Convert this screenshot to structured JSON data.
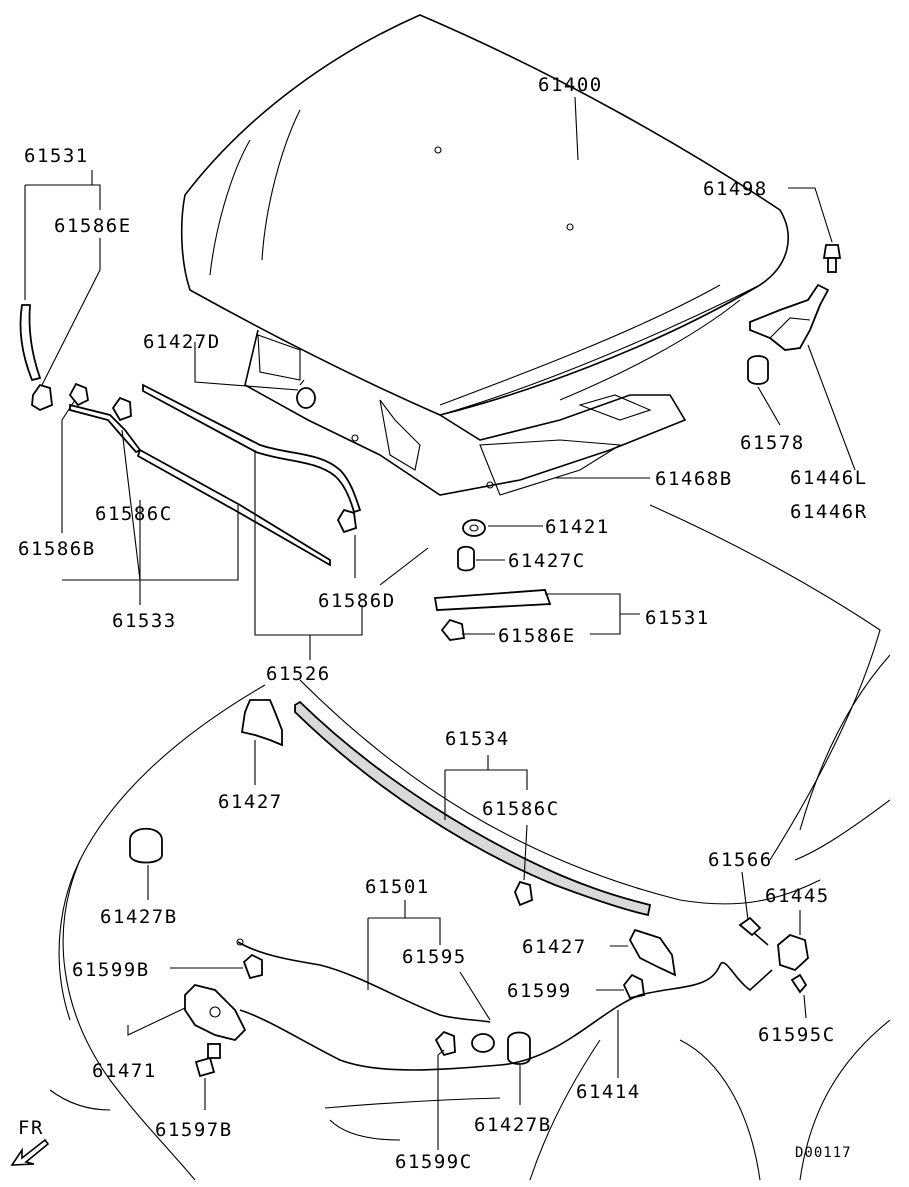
{
  "labels": {
    "p61400": "61400",
    "p61531_top": "61531",
    "p61586E_top": "61586E",
    "p61498": "61498",
    "p61427D": "61427D",
    "p61578": "61578",
    "p61446L": "61446L",
    "p61446R": "61446R",
    "p61468B": "61468B",
    "p61421": "61421",
    "p61427C": "61427C",
    "p61586C_left": "61586C",
    "p61586B": "61586B",
    "p61533": "61533",
    "p61586D": "61586D",
    "p61531_mid": "61531",
    "p61586E_mid": "61586E",
    "p61526": "61526",
    "p61534": "61534",
    "p61427_left": "61427",
    "p61586C_mid": "61586C",
    "p61566": "61566",
    "p61427B_left": "61427B",
    "p61501": "61501",
    "p61445": "61445",
    "p61595": "61595",
    "p61427_right": "61427",
    "p61599B": "61599B",
    "p61599": "61599",
    "p61471": "61471",
    "p61595C": "61595C",
    "p61414": "61414",
    "p61597B": "61597B",
    "p61427B_bottom": "61427B",
    "p61599C": "61599C",
    "fr": "FR",
    "code": "D00117"
  }
}
